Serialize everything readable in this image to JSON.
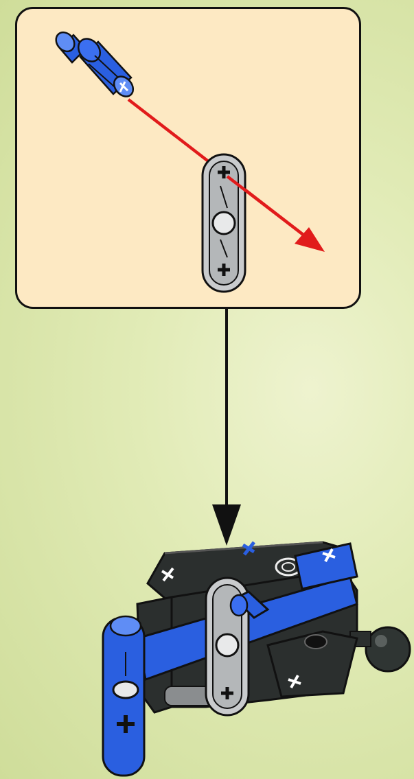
{
  "scene": {
    "background_color": "#d9e5a8",
    "panel_color": "#fde9c3",
    "accent_colors": {
      "arrow_red": "#e11b1b",
      "part_blue": "#2a5fe0",
      "part_gray": "#c9cbcd",
      "part_black": "#2b2f2e"
    },
    "icons": [
      "axle-pin-part",
      "gray-beam-part",
      "insert-direction-arrow",
      "step-flow-arrow",
      "assembled-model"
    ]
  }
}
